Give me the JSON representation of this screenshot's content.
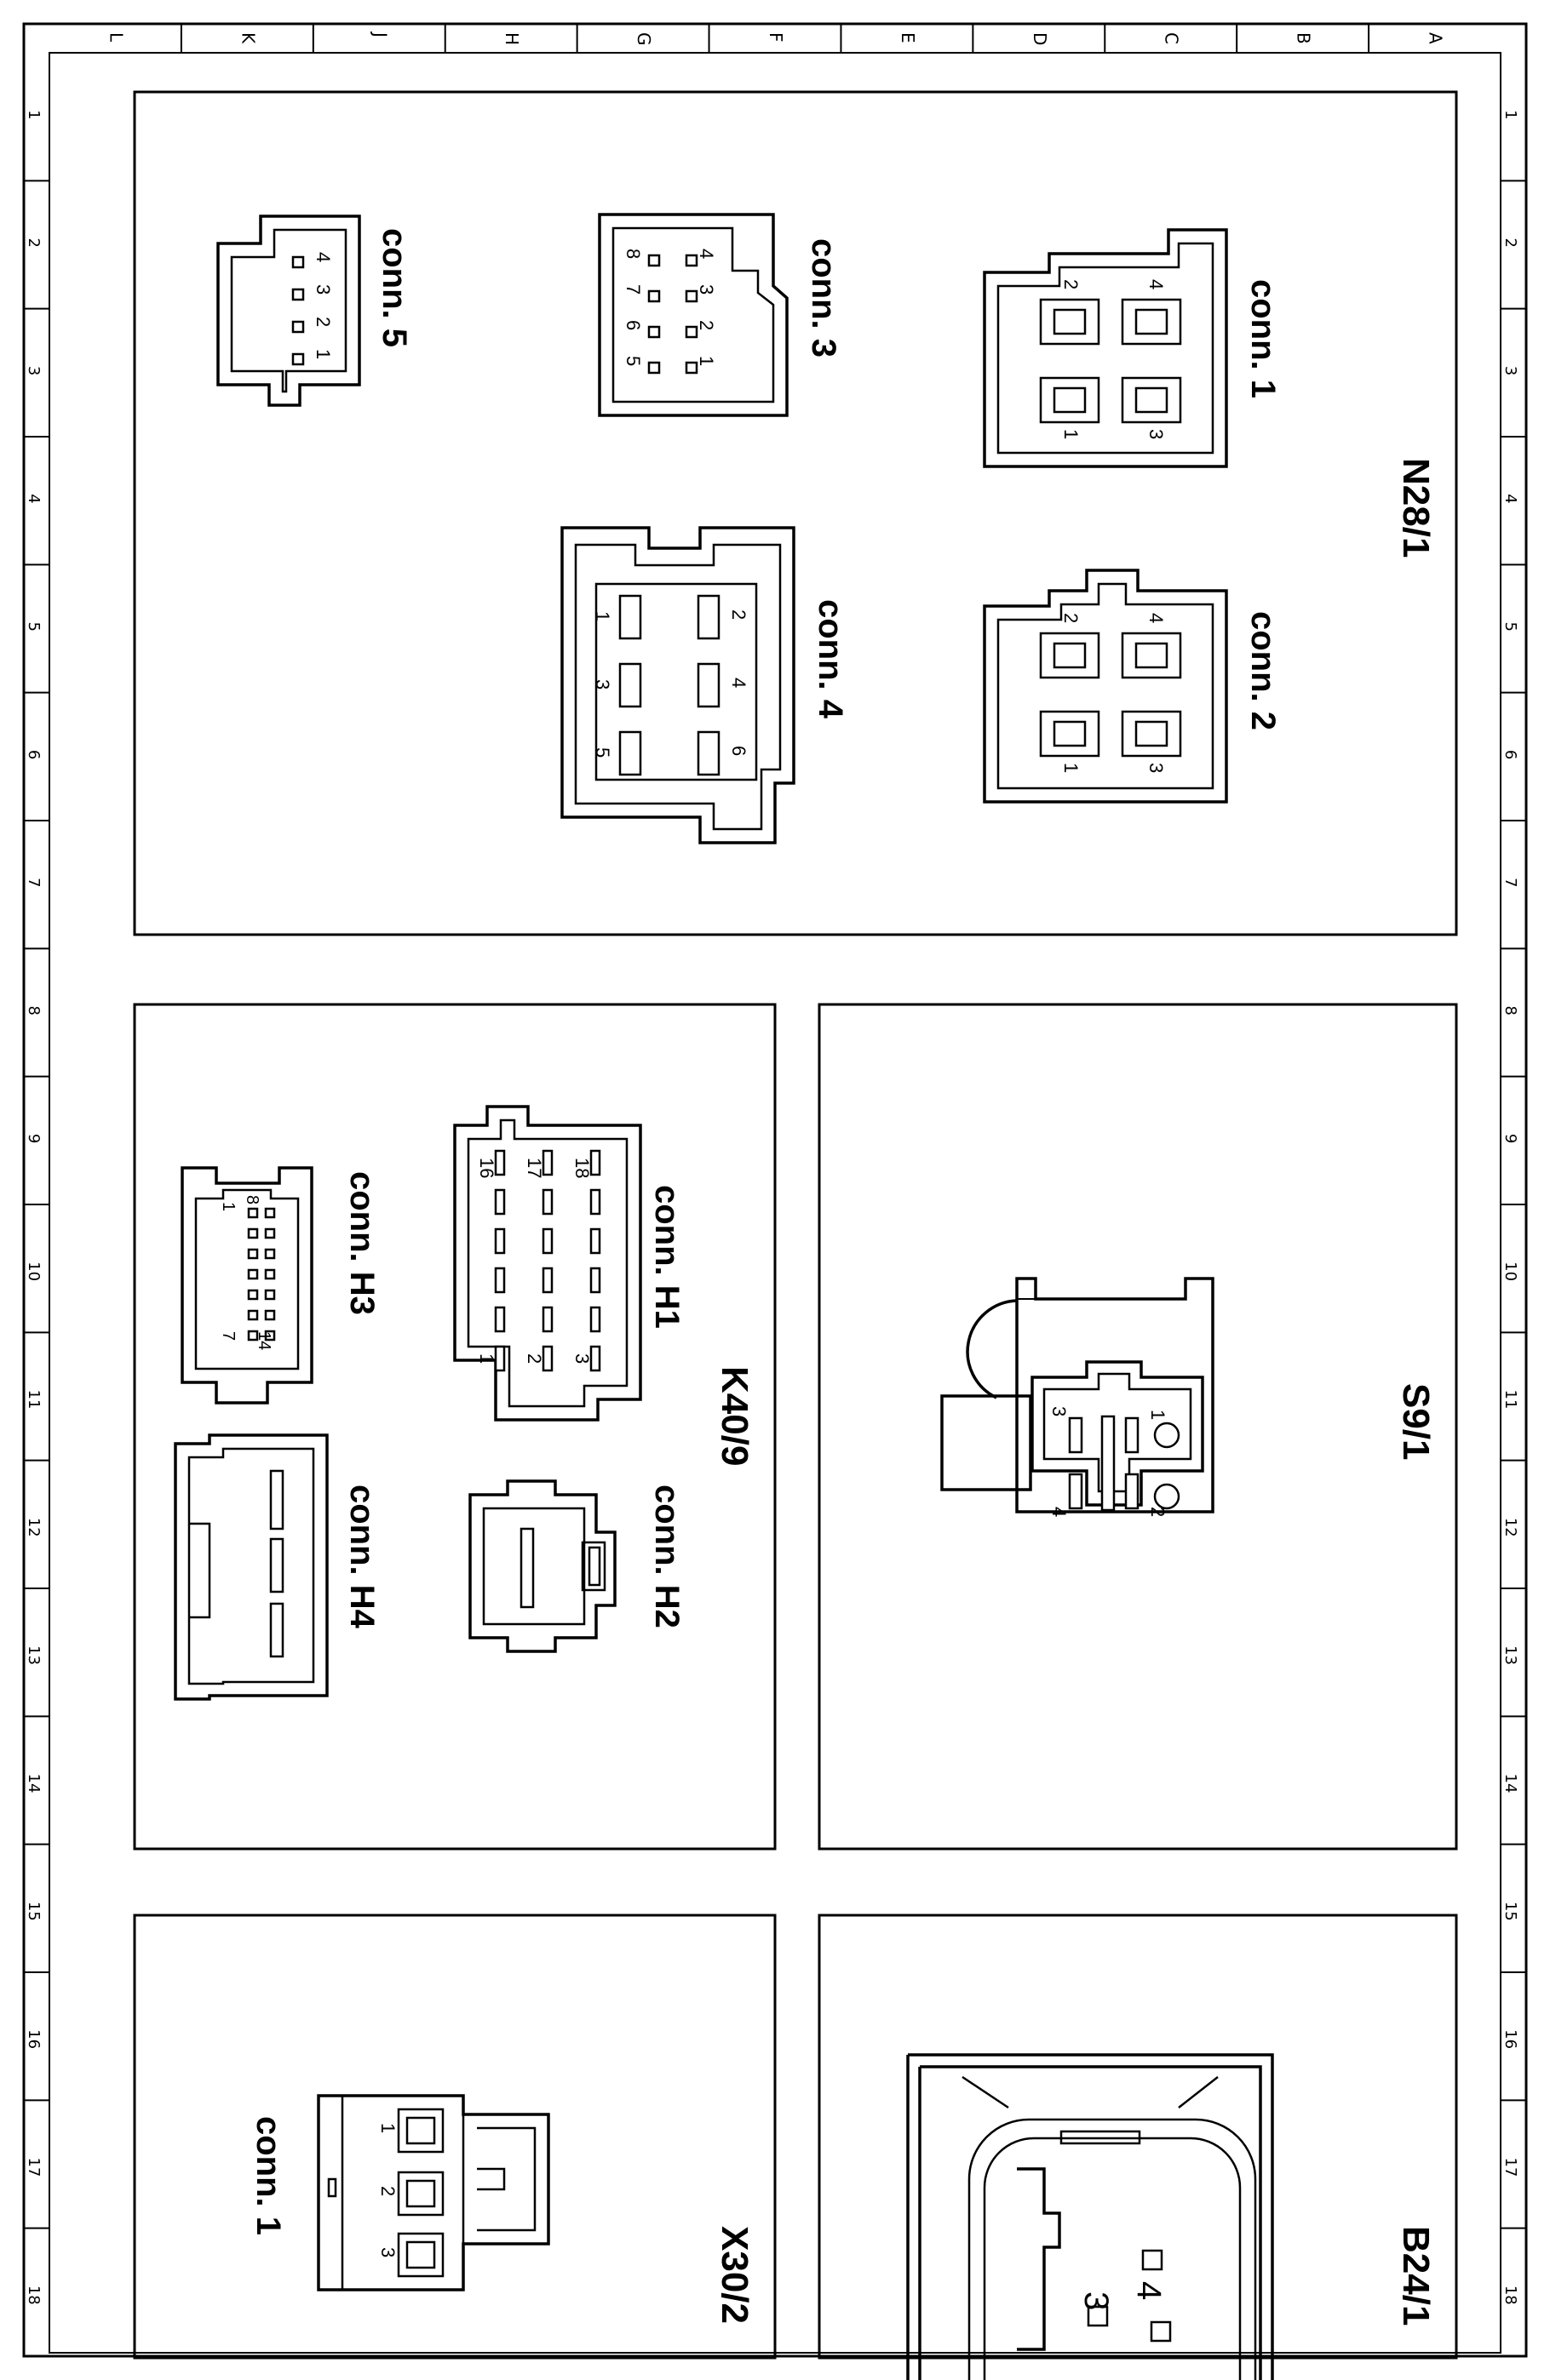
{
  "grid": {
    "letters": [
      "L",
      "K",
      "J",
      "H",
      "G",
      "F",
      "E",
      "D",
      "C",
      "B",
      "A"
    ],
    "numbers": [
      "1",
      "2",
      "3",
      "4",
      "5",
      "6",
      "7",
      "8",
      "9",
      "10",
      "11",
      "12",
      "13",
      "14",
      "15",
      "16",
      "17",
      "18"
    ]
  },
  "panels": {
    "n28": {
      "label": "N28/1",
      "conn1": {
        "label": "conn. 1",
        "pins": [
          "2",
          "4",
          "1",
          "3"
        ]
      },
      "conn2": {
        "label": "conn. 2",
        "pins": [
          "2",
          "4",
          "1",
          "3"
        ]
      },
      "conn3": {
        "label": "conn. 3",
        "pins": [
          "4",
          "3",
          "2",
          "1",
          "8",
          "7",
          "6",
          "5"
        ]
      },
      "conn4": {
        "label": "conn. 4",
        "pins": [
          "2",
          "4",
          "6",
          "1",
          "3",
          "5"
        ]
      },
      "conn5": {
        "label": "conn. 5",
        "pins": [
          "4",
          "3",
          "2",
          "1"
        ]
      }
    },
    "s9": {
      "label": "S9/1",
      "pins": [
        "1",
        "2",
        "3",
        "4"
      ]
    },
    "k40": {
      "label": "K40/9",
      "h1": {
        "label": "conn. H1",
        "pins": [
          "18",
          "17",
          "16",
          "3",
          "2",
          "1"
        ]
      },
      "h2": {
        "label": "conn. H2"
      },
      "h3": {
        "label": "conn. H3",
        "pins": [
          "8",
          "1",
          "7",
          "14"
        ]
      },
      "h4": {
        "label": "conn. H4"
      }
    },
    "b24": {
      "label": "B24/1",
      "pins": [
        "4",
        "3"
      ]
    },
    "x30": {
      "label": "X30/2",
      "conn1": {
        "label": "conn. 1",
        "pins": [
          "1",
          "2",
          "3"
        ]
      }
    }
  }
}
